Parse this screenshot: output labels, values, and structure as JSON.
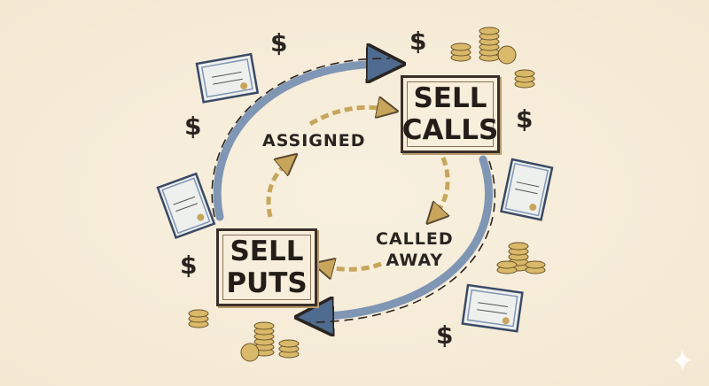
{
  "boxes": {
    "sell_calls": [
      "SELL",
      "CALLS"
    ],
    "sell_puts": [
      "SELL",
      "PUTS"
    ]
  },
  "labels": {
    "assigned": "ASSIGNED",
    "called_away": [
      "CALLED",
      "AWAY"
    ]
  },
  "decorations": {
    "dollar_sign": "$",
    "icons": [
      "certificate-icon",
      "coin-stack-icon",
      "dollar-sign-icon",
      "sparkle-icon"
    ]
  },
  "colors": {
    "background": "#f5ecd9",
    "cycle_arrow": "#6f86a6",
    "step_arrow": "#c7a65c",
    "ink": "#2a2420"
  }
}
